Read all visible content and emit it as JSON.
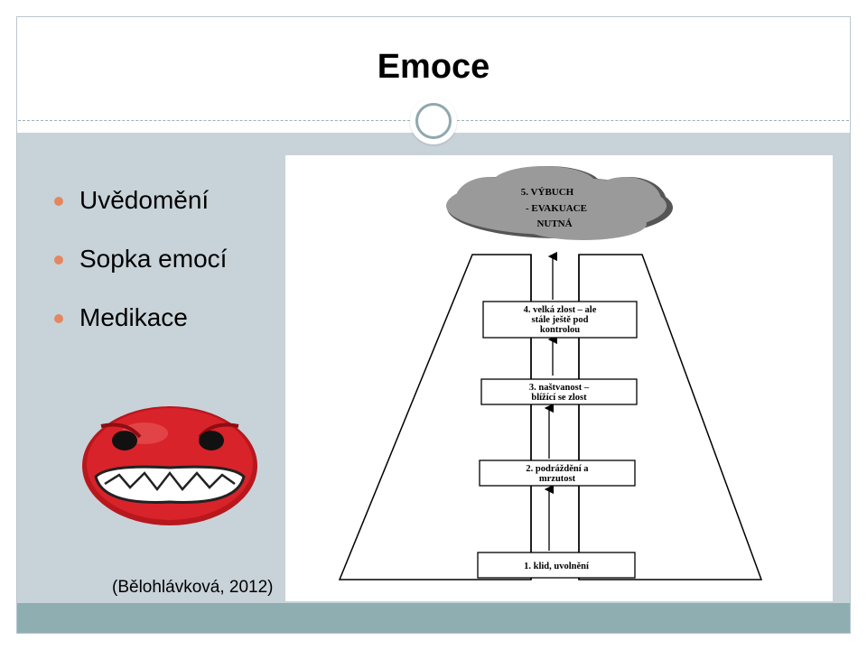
{
  "slide": {
    "title": "Emoce",
    "bullets": [
      "Uvědomění",
      "Sopka emocí",
      "Medikace"
    ],
    "citation": "(Bělohlávková, 2012)"
  },
  "diagram": {
    "cloud": [
      "5. VÝBUCH",
      "- EVAKUACE",
      "NUTNÁ"
    ],
    "stages": [
      {
        "lines": [
          "4. velká zlost – ale",
          "stále ještě pod",
          "kontrolou"
        ]
      },
      {
        "lines": [
          "3. naštvanost –",
          "blížící se zlost"
        ]
      },
      {
        "lines": [
          "2. podráždění a",
          "mrzutost"
        ]
      },
      {
        "lines": [
          "1. klid, uvolnění"
        ]
      }
    ]
  },
  "colors": {
    "content_bg": "#c8d3d9",
    "footer_bg": "#8eaeb2",
    "bullet_dot": "#e4875f",
    "smiley_red": "#d8232a",
    "cloud_gray": "#999999"
  }
}
